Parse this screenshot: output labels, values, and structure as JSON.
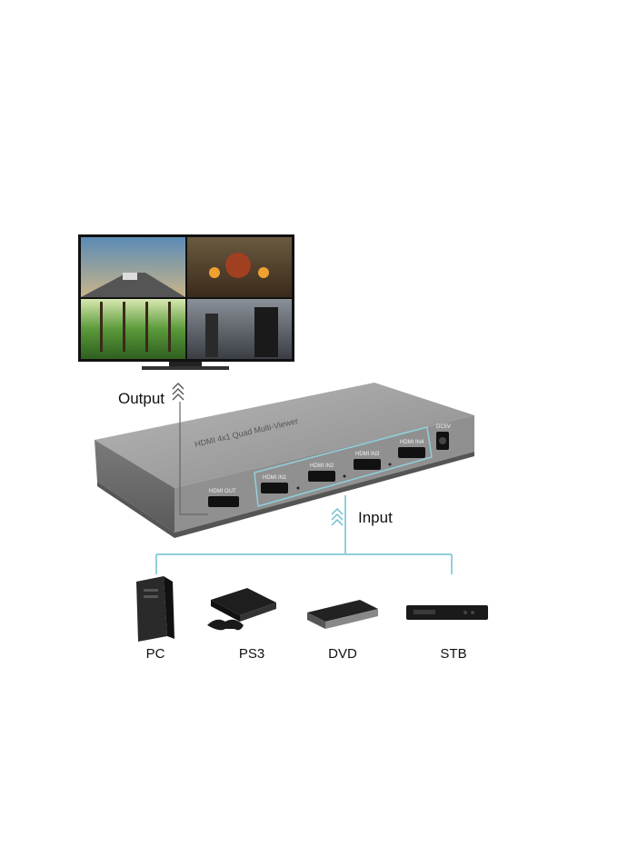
{
  "labels": {
    "output": "Output",
    "input": "Input"
  },
  "device": {
    "top_text": "HDMI 4x1 Quad Multi-Viewer",
    "power_port": "DC5V",
    "out_port": "HDMI OUT",
    "in_ports": [
      "HDMI IN1",
      "HDMI IN2",
      "HDMI IN3",
      "HDMI IN4"
    ]
  },
  "sources": [
    {
      "label": "PC",
      "icon": "pc-tower-icon"
    },
    {
      "label": "PS3",
      "icon": "game-console-icon"
    },
    {
      "label": "DVD",
      "icon": "dvd-player-icon"
    },
    {
      "label": "STB",
      "icon": "set-top-box-icon"
    }
  ],
  "colors": {
    "connector_line": "#8fd0dc",
    "device_body": "#8e8e8e",
    "tv_frame": "#111111"
  }
}
